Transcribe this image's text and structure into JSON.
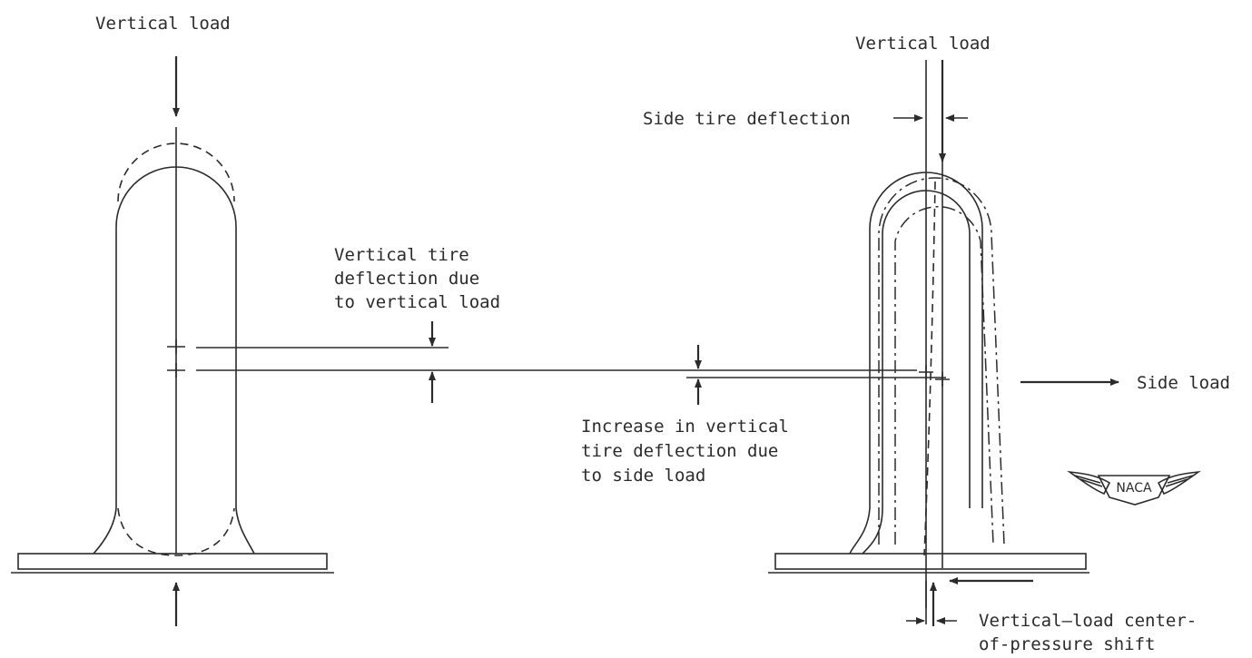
{
  "labels": {
    "vertical_load_left": "Vertical load",
    "vertical_load_right": "Vertical load",
    "side_tire_deflection": "Side tire deflection",
    "vertical_tire_deflection": [
      "Vertical tire",
      "deflection due",
      "to vertical load"
    ],
    "increase_vertical_deflection": [
      "Increase in vertical",
      "tire deflection due",
      "to side load"
    ],
    "side_load": "Side load",
    "center_of_pressure_shift": [
      "Vertical—load center-",
      "of-pressure shift"
    ],
    "logo_text": "NACA"
  }
}
